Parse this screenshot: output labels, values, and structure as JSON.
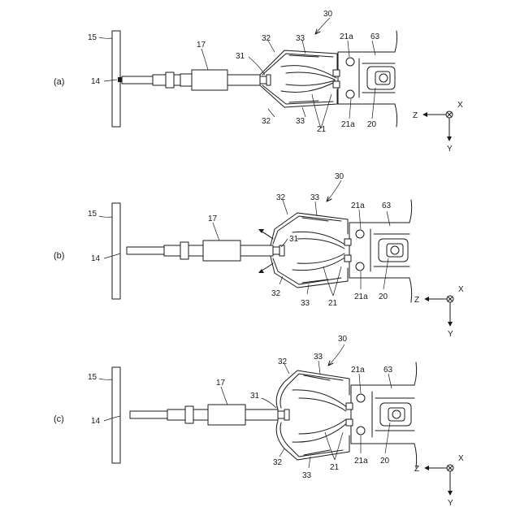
{
  "panels": [
    {
      "id": "a",
      "panel_label": "(a)",
      "labels": {
        "l15": "15",
        "l14": "14",
        "l17": "17",
        "l31": "31",
        "l32top": "32",
        "l33top": "33",
        "l30": "30",
        "l21a_top": "21a",
        "l63": "63",
        "l32bot": "32",
        "l33bot": "33",
        "l21": "21",
        "l21a_bot": "21a",
        "l20": "20"
      },
      "axes": {
        "z": "Z",
        "x": "X",
        "y": "Y"
      }
    },
    {
      "id": "b",
      "panel_label": "(b)",
      "labels": {
        "l15": "15",
        "l14": "14",
        "l17": "17",
        "l31": "31",
        "l32top": "32",
        "l33top": "33",
        "l30": "30",
        "l21a_top": "21a",
        "l63": "63",
        "l32bot": "32",
        "l33bot": "33",
        "l21": "21",
        "l21a_bot": "21a",
        "l20": "20"
      },
      "axes": {
        "z": "Z",
        "x": "X",
        "y": "Y"
      }
    },
    {
      "id": "c",
      "panel_label": "(c)",
      "labels": {
        "l15": "15",
        "l14": "14",
        "l17": "17",
        "l31": "31",
        "l32top": "32",
        "l33top": "33",
        "l30": "30",
        "l21a_top": "21a",
        "l63": "63",
        "l32bot": "32",
        "l33bot": "33",
        "l21": "21",
        "l21a_bot": "21a",
        "l20": "20"
      },
      "axes": {
        "z": "Z",
        "x": "X",
        "y": "Y"
      }
    }
  ]
}
